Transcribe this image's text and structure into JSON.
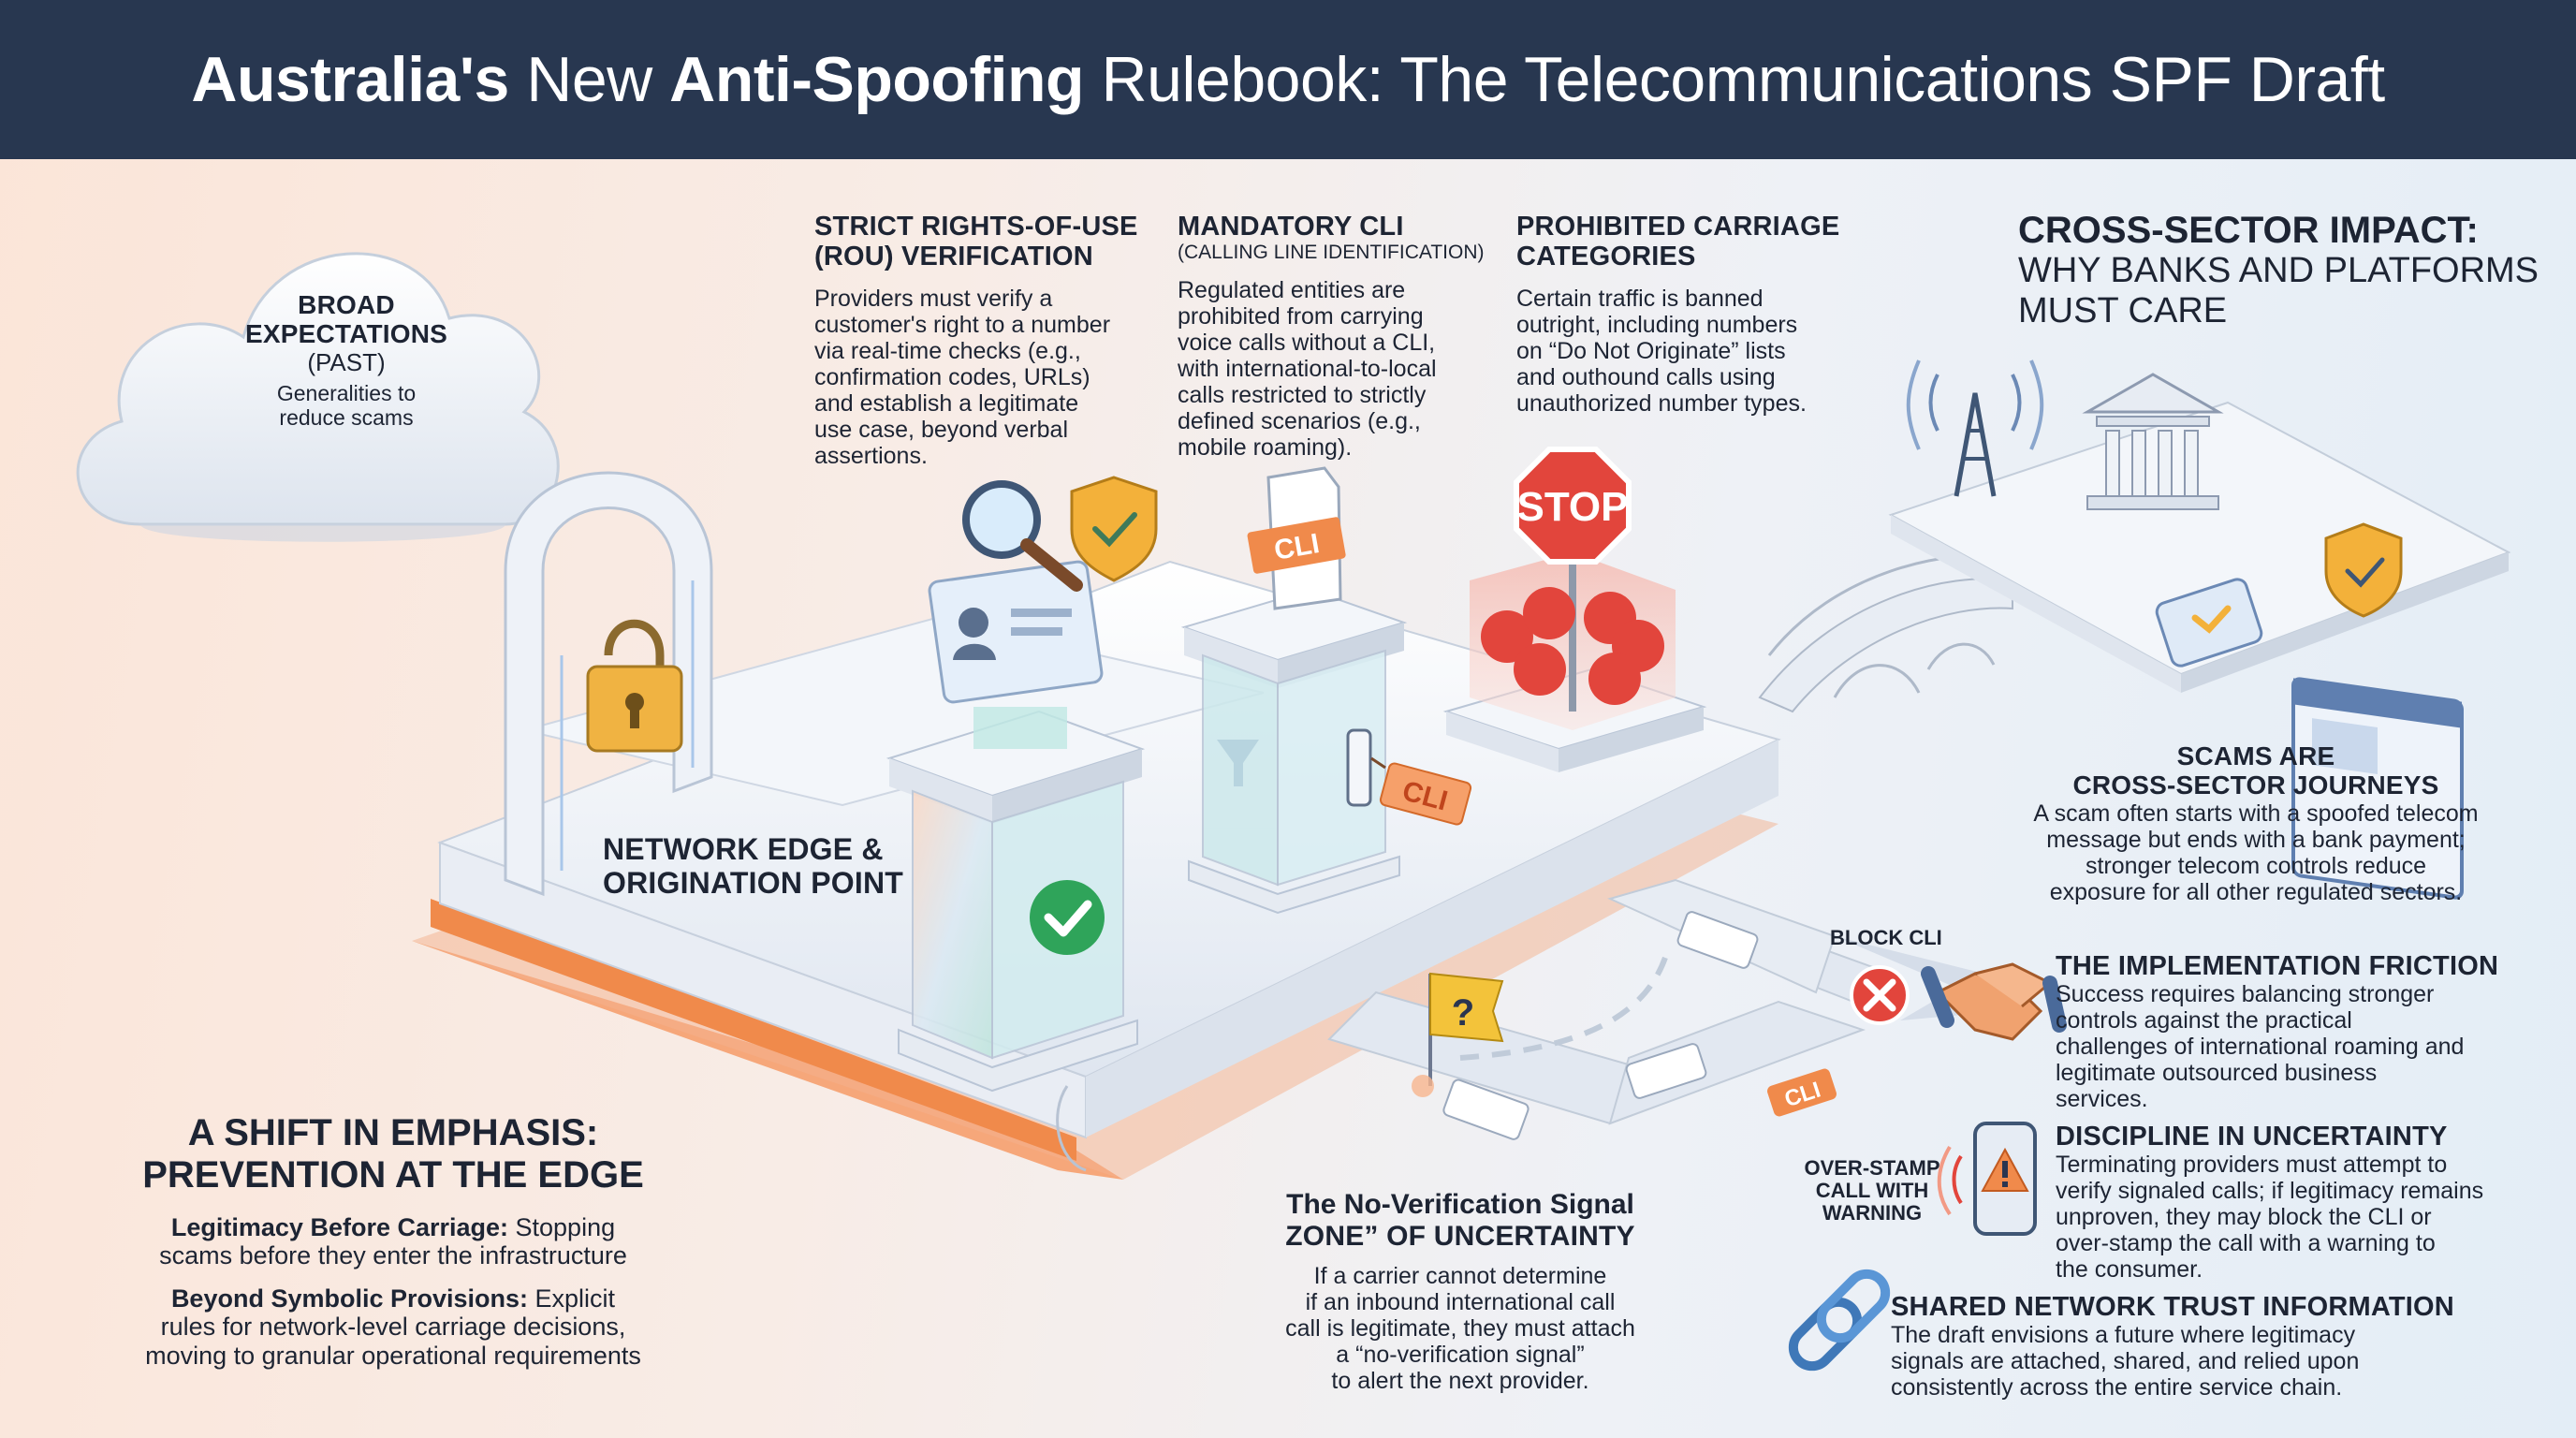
{
  "title": {
    "part1": "Australia's",
    "part2": " New ",
    "part3": "Anti-Spoofing",
    "part4": " Rulebook: The Telecommunications SPF Draft"
  },
  "cloud": {
    "heading_line1": "BROAD",
    "heading_line2": "EXPECTATIONS",
    "sub": "(PAST)",
    "body_line1": "Generalities to",
    "body_line2": "reduce scams"
  },
  "rou": {
    "heading_line1": "STRICT RIGHTS-OF-USE",
    "heading_line2": "(RoU) VERIFICATION",
    "body": [
      "Providers must verify a",
      "customer's right to a number",
      "via real-time checks (e.g.,",
      "confirmation codes, URLs)",
      "and establish a legitimate",
      "use case, beyond verbal",
      "assertions."
    ]
  },
  "cli": {
    "heading": "MANDATORY CLI",
    "sub": "(CALLING LINE IDENTIFICATION)",
    "body": [
      "Regulated entities are",
      "prohibited from carrying",
      "voice calls without a CLI,",
      "with international-to-local",
      "calls restricted to strictly",
      "defined scenarios (e.g.,",
      "mobile roaming)."
    ]
  },
  "prohibited": {
    "heading_line1": "PROHIBITED CARRIAGE",
    "heading_line2": "CATEGORIES",
    "body": [
      "Certain traffic is banned",
      "outright, including numbers",
      "on “Do Not Originate” lists",
      "and outhound calls using",
      "unauthorized number types."
    ]
  },
  "cross": {
    "heading_line1": "CROSS-SECTOR IMPACT:",
    "heading_line2": "WHY BANKS AND PLATFORMS",
    "heading_line3": "MUST CARE"
  },
  "network_edge": {
    "line1": "NETWORK EDGE &",
    "line2": "ORIGINATION POINT"
  },
  "shift": {
    "heading_line1": "A SHIFT IN EMPHASIS:",
    "heading_line2": "PREVENTION AT THE EDGE",
    "item1_bold": "Legitimacy Before Carriage:",
    "item1_rest": " Stopping",
    "item1_line2": "scams before they enter the infrastructure",
    "item2_bold": "Beyond Symbolic Provisions:",
    "item2_rest": " Explicit",
    "item2_line2": "rules for network-level carriage decisions,",
    "item2_line3": "moving to granular operational requirements"
  },
  "no_verif": {
    "heading_line1": "The No-Verification Signal",
    "heading_line2": "ZONE” OF UNCERTAINTY",
    "body": [
      "If a carrier cannot determine",
      "if an inbound international call",
      "call is legitimate, they must attach",
      "a “no-verification signal”",
      "to alert the next provider."
    ]
  },
  "scams": {
    "heading_line1": "SCAMS ARE",
    "heading_line2": "CROSS-SECTOR JOURNEYS",
    "body": [
      "A scam often starts with a spoofed telecom",
      "message but ends with a bank payment;",
      "stronger telecom controls reduce",
      "exposure for all other regulated sectors."
    ]
  },
  "labels": {
    "block_cli": "BLOCK CLI",
    "over_stamp_line1": "OVER-STAMP",
    "over_stamp_line2": "CALL WITH",
    "over_stamp_line3": "WARNING",
    "cli_tag": "CLI",
    "stop": "STOP",
    "question": "?"
  },
  "friction": {
    "heading": "THE IMPLEMENTATION FRICTION",
    "body": [
      "Success requires balancing stronger",
      "controls against the practical",
      "challenges of international roaming and",
      "legitimate outsourced business",
      "services."
    ]
  },
  "discipline": {
    "heading": "DISCIPLINE IN UNCERTAINTY",
    "body": [
      "Terminating providers must attempt to",
      "verify signaled calls; if legitimacy remains",
      "unproven, they may block the CLI or",
      "over-stamp the call with a warning to",
      "the consumer."
    ]
  },
  "shared": {
    "heading": "SHARED NETWORK TRUST INFORMATION",
    "body": [
      "The draft envisions a future where legitimacy",
      "signals are attached, shared, and relied upon",
      "consistently across the entire service chain."
    ]
  },
  "colors": {
    "header_bg": "#283750",
    "accent_orange": "#f08a4b",
    "stop_red": "#e2453c",
    "check_green": "#2fa45a",
    "shield_gold": "#f3b13a"
  }
}
